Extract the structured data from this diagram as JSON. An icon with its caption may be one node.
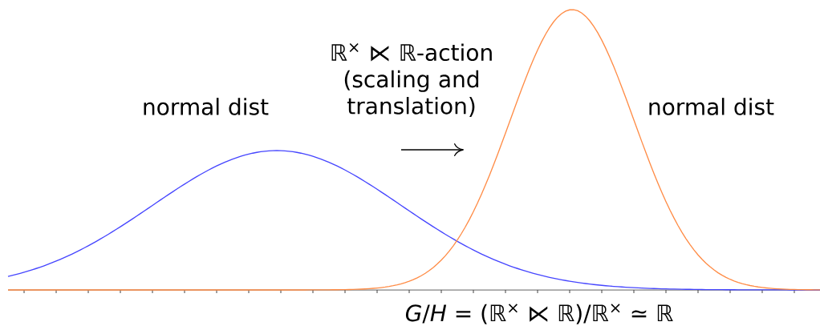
{
  "diagram": {
    "nodes": [
      {
        "text": [
          "normal dist"
        ]
      },
      {
        "text": [
          "normal dist"
        ]
      }
    ],
    "labels": [
      "ℝ$^{×}$ ⋉ ℝ-action (scaling and translation)",
      "*G*/*H* = (ℝ$^{×}$ ⋉ ℝ)/ℝ$^{×}$ ≃ ℝ"
    ]
  }
}
